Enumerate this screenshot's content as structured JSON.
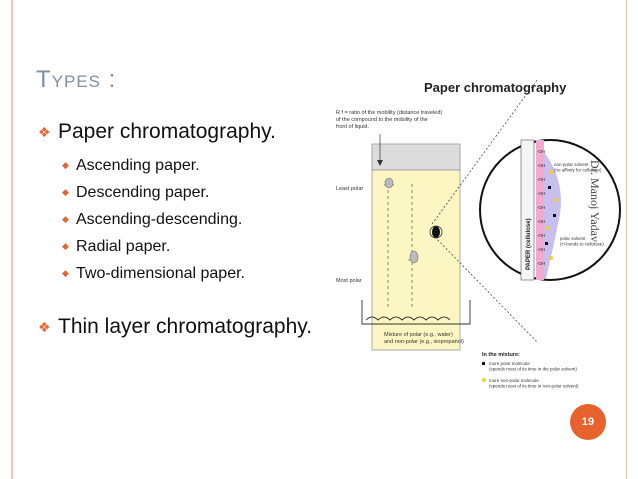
{
  "slide": {
    "title": "Types :",
    "items": [
      {
        "label": "Paper chromatography.",
        "subitems": [
          "Ascending paper.",
          "Descending paper.",
          "Ascending-descending.",
          "Radial paper.",
          "Two-dimensional paper."
        ]
      },
      {
        "label": "Thin layer chromatography."
      }
    ],
    "page_number": "19",
    "watermark": "Dr. Manoj Yadav"
  },
  "diagram": {
    "title": "Paper chromatography",
    "rf_note": "R f = ratio of the mobility (distance traveled) of the compound to the mobility of the front of liquid.",
    "least_polar": "Least polar",
    "most_polar": "Most polar",
    "mixture_label": "Mixture of polar (e.g., water) and non-polar (e.g., isopropanol)",
    "paper_label": "PAPER (cellulose)",
    "oh_label": "-OH",
    "nonpolar_solvent": "non-polar solvent (no affinity for cellulose)",
    "polar_solvent": "polar solvent (H-bonds to cellulose)",
    "in_mixture": "In the mixture:",
    "legend_polar": "more polar molecule (spends most of its time in the polar solvent)",
    "legend_nonpolar": "more non-polar molecule (spends most of its time in non-polar solvent)",
    "colors": {
      "accent": "#e8622d",
      "paper": "#fbf6c2",
      "polar": "#e15aa0",
      "nonpolar": "#8e7fd0"
    }
  }
}
